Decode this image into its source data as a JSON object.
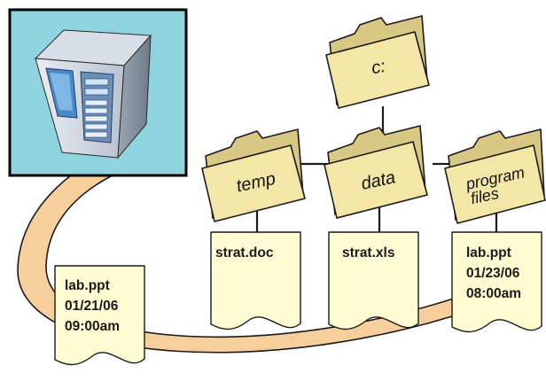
{
  "colors": {
    "folder_fill": "#f3e6a6",
    "folder_shadow": "#d9c784",
    "doc_fill": "#fffbd2",
    "server_panel": "#8fd3df",
    "arrow_fill": "#f7cf9d",
    "line": "#1a1a1a"
  },
  "icons": {
    "server": "server-tower-icon",
    "folder": "folder-icon",
    "document": "document-icon"
  },
  "folders": {
    "root": "c:",
    "temp": "temp",
    "data": "data",
    "program_line1": "program",
    "program_line2": "files"
  },
  "docs": {
    "strat_doc": "strat.doc",
    "strat_xls": "strat.xls",
    "lab_target": [
      "lab.ppt",
      "01/23/06",
      "08:00am"
    ],
    "lab_source": [
      "lab.ppt",
      "01/21/06",
      "09:00am"
    ]
  }
}
